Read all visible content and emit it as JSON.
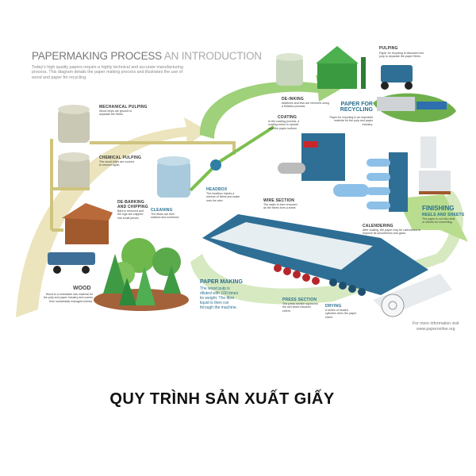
{
  "header": {
    "title_main": "PAPERMAKING PROCESS",
    "title_sub": "AN INTRODUCTION",
    "intro": "Today's high quality papers require a highly technical and accurate manufacturing process. This diagram details the paper making process and illustrates the use of wood and paper for recycling."
  },
  "stages": {
    "pulping": {
      "label": "PULPING",
      "desc": "Paper for recycling is dissolved into pulp to separate the paper fibres."
    },
    "paper_for_recycling": {
      "label": "PAPER FOR RECYCLING",
      "desc": "Paper for recycling is an important material for the pulp and paper industry."
    },
    "de_inking": {
      "label": "DE-INKING",
      "desc": "Additives and inks are removed using a flotation process."
    },
    "coating": {
      "label": "COATING",
      "desc": "In the coating process, a coating colour is spread onto the paper surface."
    },
    "mechanical_pulping": {
      "label": "MECHANICAL PULPING",
      "desc": "Wood chips are ground to separate the fibres."
    },
    "chemical_pulping": {
      "label": "CHEMICAL PULPING",
      "desc": "The wood chips are cooked to remove lignin."
    },
    "headbox": {
      "label": "HEADBOX",
      "desc": "The headbox injects a mixture of fibres and water onto the wire."
    },
    "cleaning": {
      "label": "CLEANING",
      "desc": "The fibres are then washed and screened."
    },
    "de_barking": {
      "label": "DE-BARKING AND CHIPPING",
      "desc": "Bark is removed and the logs are chipped into small pieces."
    },
    "wire_section": {
      "label": "WIRE SECTION",
      "desc": "The water is then removed as the fibres form a sheet."
    },
    "calendering": {
      "label": "CALENDERING",
      "desc": "After coating, the paper may be calendered to improve its smoothness and gloss."
    },
    "finishing": {
      "label": "FINISHING",
      "sub": "REELS AND SHEETS",
      "desc": "The paper is cut into reels or sheets for converting."
    },
    "wood": {
      "label": "WOOD",
      "desc": "Wood is a renewable raw material for the pulp and paper industry and comes from sustainably managed forests."
    },
    "paper_making": {
      "label": "PAPER MAKING",
      "desc": "The wood pulp is diluted with 100 times its weight. The fibre liquid is then run through the machine."
    },
    "press_section": {
      "label": "PRESS SECTION",
      "desc": "The press section squeezes the wet sheet between rollers."
    },
    "drying": {
      "label": "DRYING",
      "desc": "A series of heated cylinders dries the paper sheet."
    }
  },
  "footer": {
    "more_info": "For more information visit",
    "url": "www.paperonline.org",
    "caption": "QUY TRÌNH SẢN XUẤT GIẤY"
  },
  "colors": {
    "beige": "#e8dfae",
    "green": "#7cbf4e",
    "blue": "#2f6f95",
    "light_green": "#cfe6b4"
  }
}
